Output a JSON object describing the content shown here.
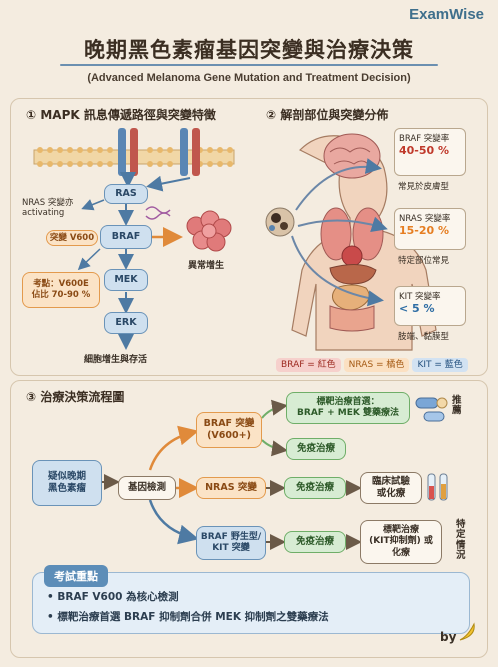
{
  "brand": "ExamWise",
  "title": "晚期黑色素瘤基因突變與治療決策",
  "subtitle": "(Advanced Melanoma Gene Mutation and Treatment Decision)",
  "section1": {
    "num": "①",
    "heading": "MAPK 訊息傳遞路徑與突變特徵",
    "ras": "RAS",
    "braf": "BRAF",
    "mek": "MEK",
    "erk": "ERK",
    "nras_note": "NRAS 突變亦\nactivating",
    "v600_tag": "突變 V600",
    "note_line1": "考點：V600E",
    "note_line2": "佔比 70-90 %",
    "abnormal": "異常增生",
    "outcome": "細胞增生與存活"
  },
  "section2": {
    "num": "②",
    "heading": "解剖部位與突變分佈",
    "braf_label": "BRAF 突變率",
    "braf_pct": "40-50 %",
    "braf_note": "常見於皮膚型",
    "nras_label": "NRAS 突變率",
    "nras_pct": "15-20 %",
    "nras_note": "特定部位常見",
    "kit_label": "KIT 突變率",
    "kit_pct": "< 5 %",
    "kit_note": "肢端、黏膜型",
    "legend": [
      "BRAF = 紅色",
      "NRAS = 橘色",
      "KIT = 藍色"
    ],
    "colors": {
      "braf": "#c0392b",
      "nras": "#e67e22",
      "kit": "#2e6da4"
    }
  },
  "section3": {
    "num": "③",
    "heading": "治療決策流程圖",
    "suspect": "疑似晚期\n黑色素瘤",
    "test": "基因檢測",
    "braf_mut": "BRAF 突變\n(V600+)",
    "target_first": "標靶治療首選：\nBRAF + MEK 雙藥療法",
    "recommend": "推薦",
    "immuno1": "免疫治療",
    "nras_mut": "NRAS 突變",
    "immuno2": "免疫治療",
    "trial": "臨床試驗\n或化療",
    "wild": "BRAF 野生型/\nKIT 突變",
    "immuno3": "免疫治療",
    "kit_target": "標靶治療\n(KIT抑制劑) 或\n化療",
    "specific": "特定情況"
  },
  "key_points": {
    "title": "考試重點",
    "items": [
      "BRAF V600 為核心檢測",
      "標靶治療首選 BRAF 抑制劑合併 MEK 抑制劑之雙藥療法"
    ]
  },
  "byline": "by"
}
